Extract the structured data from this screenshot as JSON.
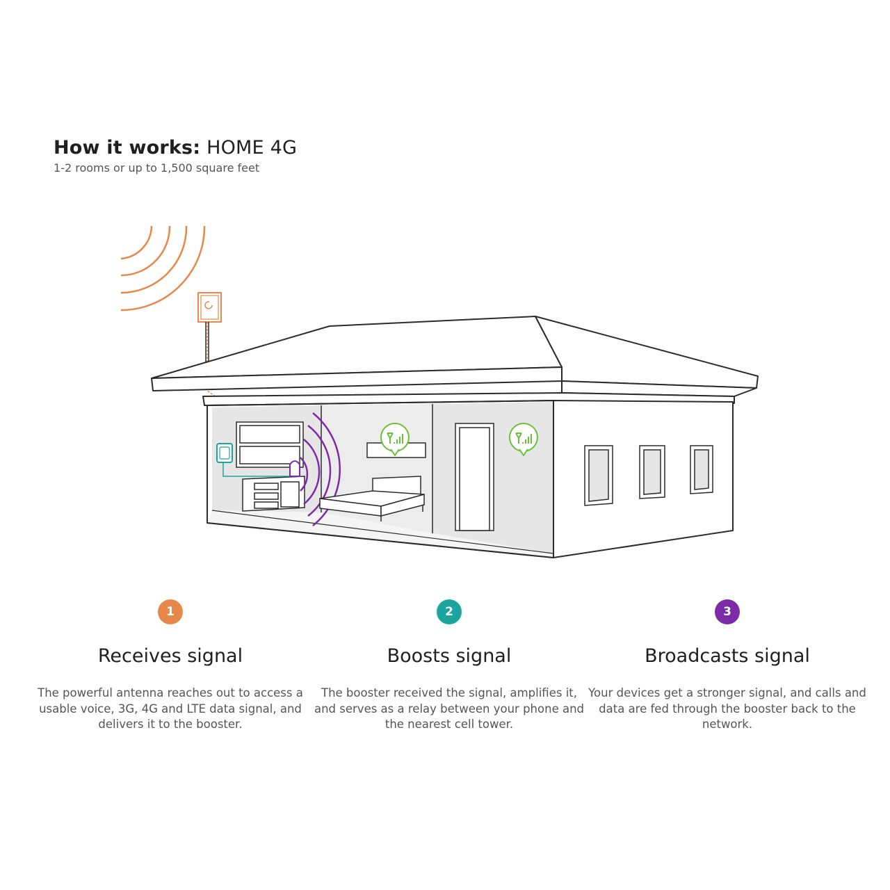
{
  "header": {
    "title_bold": "How it works:",
    "title_regular": "HOME 4G",
    "subtitle": "1-2 rooms or up to 1,500 square feet"
  },
  "colors": {
    "antenna": "#E8874A",
    "booster": "#1BA59C",
    "broadcast": "#7B2AA8",
    "signal_icon": "#6BBF3A",
    "outline": "#2b2b2b",
    "room_fill": "#E6E6E6"
  },
  "icons": [
    "antenna-icon",
    "booster-icon",
    "indoor-antenna-icon",
    "signal-bars-icon"
  ],
  "steps": [
    {
      "number": "1",
      "title": "Receives signal",
      "text": "The powerful antenna reaches out to access a usable voice, 3G, 4G and LTE data signal, and delivers it to the booster.",
      "color": "#E8874A"
    },
    {
      "number": "2",
      "title": "Boosts signal",
      "text": "The booster received the signal, amplifies it, and serves as a relay between your phone and the nearest cell tower.",
      "color": "#1BA59C"
    },
    {
      "number": "3",
      "title": "Broadcasts signal",
      "text": "Your devices get a stronger signal, and calls and data are fed through the booster back to the network.",
      "color": "#7B2AA8"
    }
  ]
}
